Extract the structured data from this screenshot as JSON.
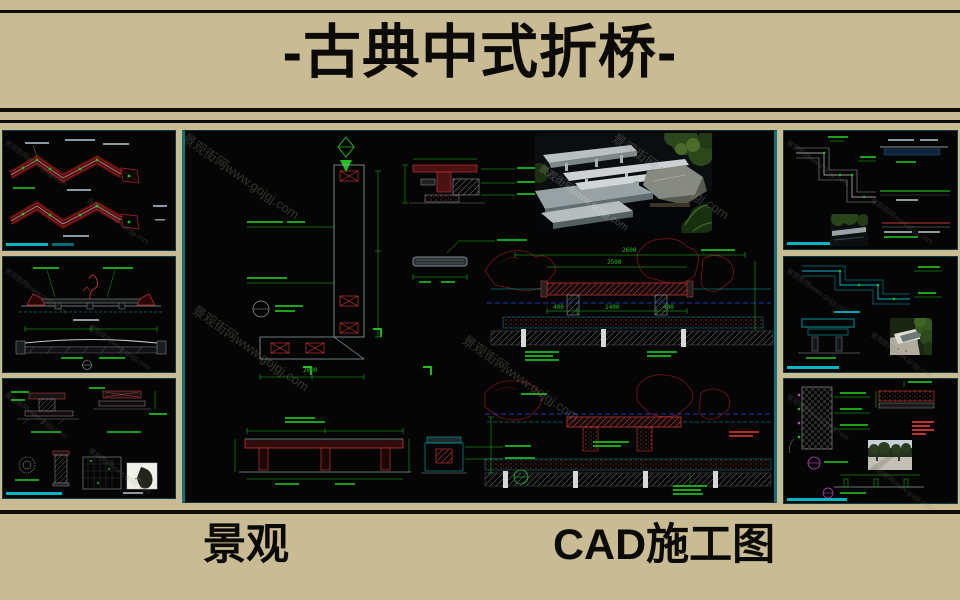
{
  "poster": {
    "title": "-古典中式折桥-",
    "category_left": "景观",
    "category_right": "CAD施工图",
    "watermark": "景观街网www.gojgj.com"
  },
  "colors": {
    "background": "#c9bb93",
    "rule_black": "#0d0c08",
    "panel_background": "#050505",
    "panel_border_teal": "#0e7177",
    "cad_green": "#1fc11f",
    "cad_red": "#c23333",
    "cad_dark_red": "#7a1616",
    "cad_cyan": "#00b7c3",
    "cad_magenta": "#cc44cc",
    "water_blue": "#2b46e8"
  },
  "center_drawing": {
    "dimensions": {
      "plan_length": "2000",
      "section_total": "2600",
      "deck_length": "2500",
      "mid_span": "1400",
      "end_left": "400",
      "end_right": "400"
    }
  }
}
